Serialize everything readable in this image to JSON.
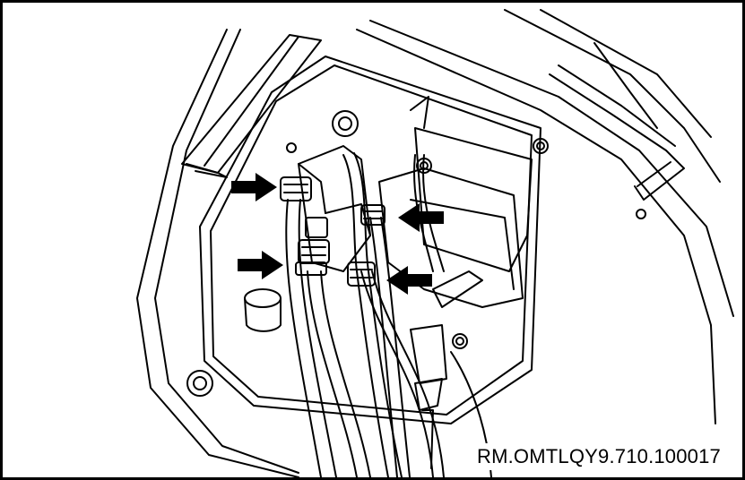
{
  "figure": {
    "reference_code": "RM.OMTLQY9.710.100017",
    "line_color": "#000000",
    "background_color": "#ffffff",
    "callouts": [
      {
        "id": "arrow-upper-left",
        "direction": "right"
      },
      {
        "id": "arrow-upper-right",
        "direction": "left"
      },
      {
        "id": "arrow-lower-left",
        "direction": "right"
      },
      {
        "id": "arrow-lower-right",
        "direction": "left"
      }
    ]
  }
}
